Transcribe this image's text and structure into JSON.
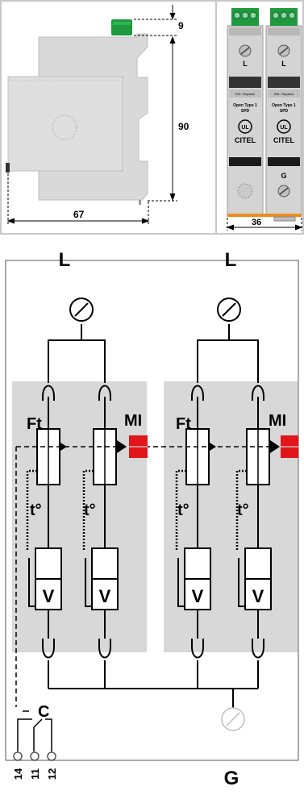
{
  "dimensions": {
    "height_top": "9",
    "height_body": "90",
    "depth": "67",
    "width": "36"
  },
  "module_front": {
    "left": {
      "terminal_label": "L",
      "ref_text": "Ref.: Replace",
      "type_line1": "Open Type 1",
      "type_line2": "SPD",
      "cert_mark": "UL",
      "brand": "CITEL"
    },
    "right": {
      "terminal_label_top": "L",
      "ref_text": "Ref.: Replace",
      "type_line1": "Open Type 1",
      "type_line2": "SPD",
      "cert_mark": "UL",
      "brand": "CITEL",
      "terminal_label_bottom": "G"
    }
  },
  "schematic": {
    "line_left": "L",
    "line_right": "L",
    "ground": "G",
    "fuse_label": "Ft",
    "indicator_label": "MI",
    "thermal_label": "t°",
    "varistor_label": "V",
    "contact_label": "C",
    "contact_terminals": [
      "14",
      "11",
      "12"
    ]
  },
  "colors": {
    "mi_indicator": "#e0161b",
    "block_fill": "#d8d8d8",
    "module_fill": "#d9d9d9",
    "terminal_green": "#1f9a3e",
    "din_orange": "#f08a1c"
  }
}
